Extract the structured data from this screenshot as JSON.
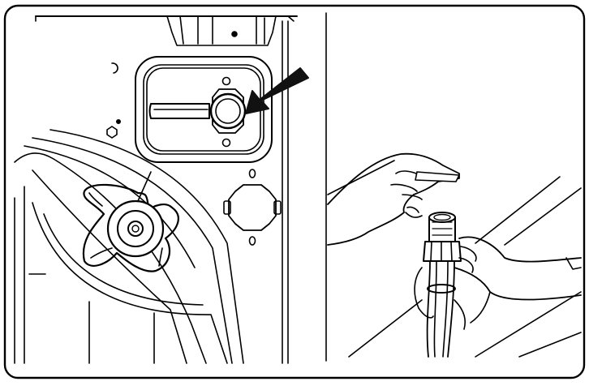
{
  "figure": {
    "description_kind": "two-panel instruction illustration",
    "stroke_color": "#000000",
    "fill_color": "#ffffff",
    "arrow_color": "#111111",
    "panels": [
      {
        "id": "left",
        "subject": "appliance-rear-panel-with-valve-knob"
      },
      {
        "id": "right",
        "subject": "hands-attaching-hose-connector"
      }
    ]
  }
}
